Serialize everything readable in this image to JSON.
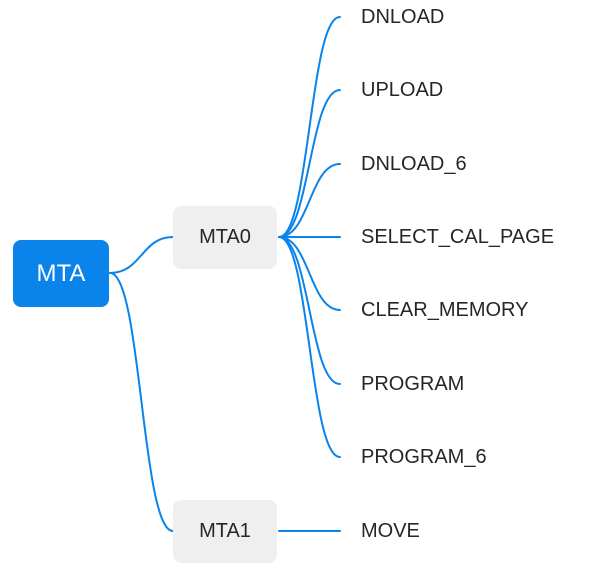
{
  "colors": {
    "edge": "#0a84ea",
    "root_fill": "#0a84ea",
    "root_text": "#ffffff",
    "node_fill": "#efefef",
    "node_text": "#262626"
  },
  "root": {
    "label": "MTA"
  },
  "branches": [
    {
      "label": "MTA0",
      "children": [
        "DNLOAD",
        "UPLOAD",
        "DNLOAD_6",
        "SELECT_CAL_PAGE",
        "CLEAR_MEMORY",
        "PROGRAM",
        "PROGRAM_6"
      ]
    },
    {
      "label": "MTA1",
      "children": [
        "MOVE"
      ]
    }
  ]
}
